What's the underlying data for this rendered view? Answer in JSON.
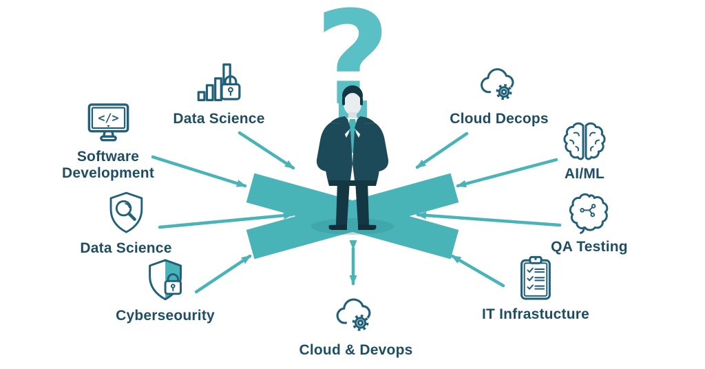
{
  "center": {
    "question_mark": "?"
  },
  "nodes": [
    {
      "id": "software-development",
      "label": "Software Development",
      "icon": "monitor-code-icon"
    },
    {
      "id": "data-science-top",
      "label": "Data Science",
      "icon": "barchart-lock-icon"
    },
    {
      "id": "cloud-decops",
      "label": "Cloud Decops",
      "icon": "cloud-gear-icon"
    },
    {
      "id": "ai-ml",
      "label": "AI/ML",
      "icon": "brain-icon"
    },
    {
      "id": "qa-testing",
      "label": "QA Testing",
      "icon": "brain-circuit-icon"
    },
    {
      "id": "it-infrastructure",
      "label": "IT Infrastucture",
      "icon": "clipboard-checklist-icon"
    },
    {
      "id": "cloud-devops",
      "label": "Cloud & Devops",
      "icon": "cloud-gear-icon"
    },
    {
      "id": "cybersecurity",
      "label": "Cyberseourity",
      "icon": "shield-lock-icon"
    },
    {
      "id": "data-science-left",
      "label": "Data Science",
      "icon": "shield-magnifier-icon"
    }
  ],
  "colors": {
    "teal": "#49b4b8",
    "teal_light": "#5bc0c5",
    "text_dark": "#1e4e63",
    "icon_stroke": "#21607a"
  }
}
